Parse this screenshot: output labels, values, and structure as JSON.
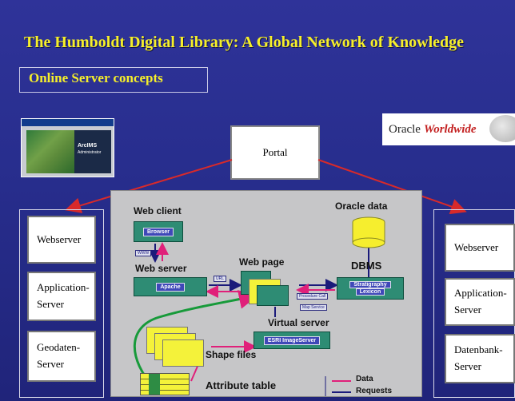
{
  "slide": {
    "title": "The Humboldt Digital Library: A Global Network of Knowledge",
    "subtitle": "Online Server concepts"
  },
  "screenshot": {
    "product_label": "ArcIMS",
    "product_sublabel": "Administrator"
  },
  "portal": {
    "label": "Portal"
  },
  "oracle_logo": {
    "name": "Oracle",
    "tag": "Worldwide"
  },
  "left_servers": [
    {
      "line1": "Webserver",
      "line2": ""
    },
    {
      "line1": "Application-",
      "line2": "Server"
    },
    {
      "line1": "Geodaten-",
      "line2": "Server"
    }
  ],
  "right_servers": [
    {
      "line1": "Webserver",
      "line2": ""
    },
    {
      "line1": "Application-",
      "line2": "Server"
    },
    {
      "line1": "Datenbank-",
      "line2": "Server"
    }
  ],
  "diagram": {
    "web_client": "Web client",
    "browser": "Browser",
    "www": "WWW",
    "web_server": "Web server",
    "apache": "Apache",
    "url": "URL",
    "web_page": "Web page",
    "oracle_data": "Oracle data",
    "dbms": "DBMS",
    "stratigraphy": "Stratigraphy",
    "lexicon": "Lexicon",
    "procedure_call": "Procedure Call",
    "map_service": "Map Service",
    "virtual_server": "Virtual server",
    "esri_imageserver": "ESRI ImageServer",
    "shape_files": "Shape files",
    "attribute_table": "Attribute table",
    "legend_data": "Data",
    "legend_requests": "Requests"
  },
  "colors": {
    "background": "#2a2f92",
    "title": "#f6ef2a",
    "arrow": "#d82a2a",
    "data_line": "#e0207a",
    "request_line": "#1a1a7a",
    "green_curve": "#179a3a"
  }
}
